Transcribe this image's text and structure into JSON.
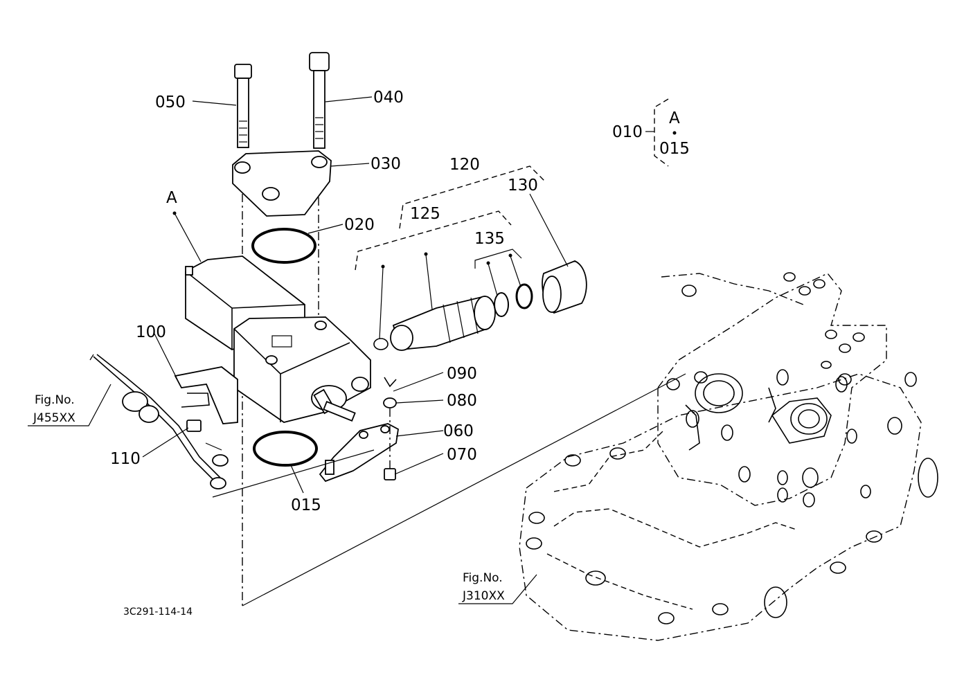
{
  "callouts": {
    "c050": "050",
    "c040": "040",
    "c030": "030",
    "c020": "020",
    "c015": "015",
    "c120": "120",
    "c125": "125",
    "c130": "130",
    "c135": "135",
    "c100": "100",
    "c110": "110",
    "c090": "090",
    "c080": "080",
    "c060": "060",
    "c070": "070",
    "cA": "A"
  },
  "legend": {
    "parent": "010",
    "sub_a": "A",
    "sub_015": "015"
  },
  "refs": {
    "fig_left_label": "Fig.No.",
    "fig_left_code": "J455XX",
    "fig_right_label": "Fig.No.",
    "fig_right_code": "J310XX"
  },
  "drawing_number": "3C291-114-14"
}
